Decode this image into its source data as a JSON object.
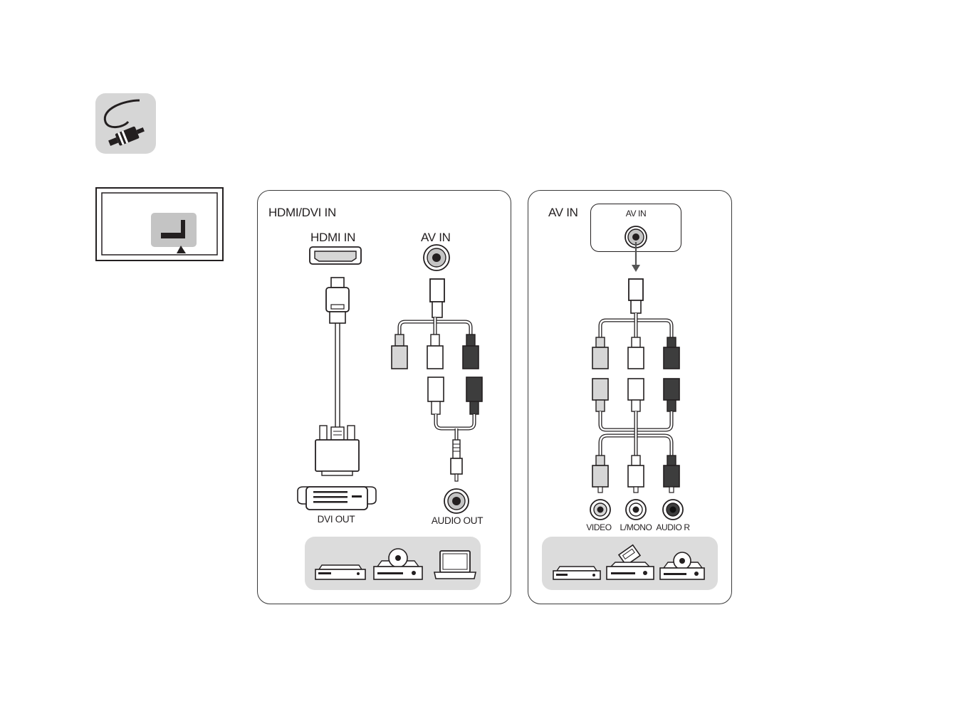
{
  "hdmi_panel": {
    "title": "HDMI/DVI IN",
    "hdmi_in_label": "HDMI IN",
    "av_in_label": "AV IN",
    "dvi_out_label": "DVI OUT",
    "audio_out_label": "AUDIO OUT",
    "devices": [
      "set-top-box-icon",
      "dvd-player-icon",
      "laptop-icon"
    ]
  },
  "av_panel": {
    "title": "AV IN",
    "jack_label": "AV IN",
    "video_label": "VIDEO",
    "lmono_label": "L/MONO",
    "audio_r_label": "AUDIO R",
    "devices": [
      "set-top-box-icon",
      "vcr-icon",
      "dvd-player-icon"
    ]
  },
  "colors": {
    "line": "#231f20",
    "grey_fill": "#d6d6d6",
    "dark_plug": "#3d3d3d",
    "device_tray": "#dcdcdc"
  }
}
